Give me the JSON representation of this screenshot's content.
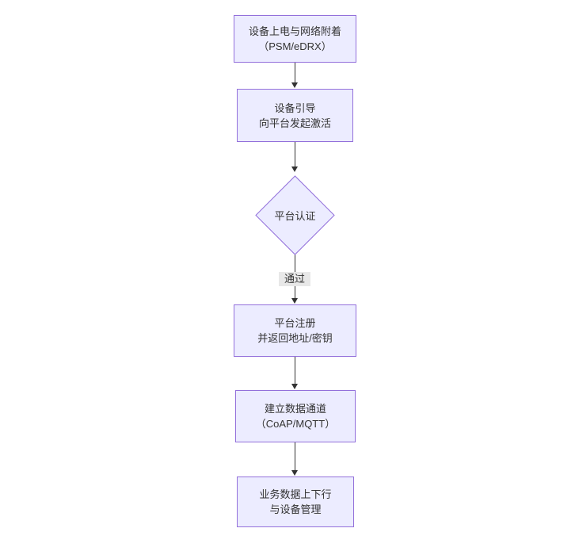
{
  "diagram": {
    "type": "flowchart",
    "direction": "top-down",
    "colors": {
      "node_fill": "#ECECFF",
      "node_border": "#9370DB",
      "node_text": "#333333",
      "edge_stroke": "#333333",
      "edge_label_bg": "#e8e8e8",
      "background": "#ffffff"
    },
    "nodes": [
      {
        "id": "power-attach",
        "shape": "rect",
        "lines": [
          "设备上电与网络附着",
          "（PSM/eDRX）"
        ]
      },
      {
        "id": "bootstrap",
        "shape": "rect",
        "lines": [
          "设备引导",
          "向平台发起激活"
        ]
      },
      {
        "id": "auth",
        "shape": "diamond",
        "lines": [
          "平台认证"
        ]
      },
      {
        "id": "register",
        "shape": "rect",
        "lines": [
          "平台注册",
          "并返回地址/密钥"
        ]
      },
      {
        "id": "channel",
        "shape": "rect",
        "lines": [
          "建立数据通道",
          "（CoAP/MQTT）"
        ]
      },
      {
        "id": "business",
        "shape": "rect",
        "lines": [
          "业务数据上下行",
          "与设备管理"
        ]
      }
    ],
    "edges": [
      {
        "from": "power-attach",
        "to": "bootstrap",
        "label": ""
      },
      {
        "from": "bootstrap",
        "to": "auth",
        "label": ""
      },
      {
        "from": "auth",
        "to": "register",
        "label": "通过"
      },
      {
        "from": "register",
        "to": "channel",
        "label": ""
      },
      {
        "from": "channel",
        "to": "business",
        "label": ""
      }
    ]
  }
}
